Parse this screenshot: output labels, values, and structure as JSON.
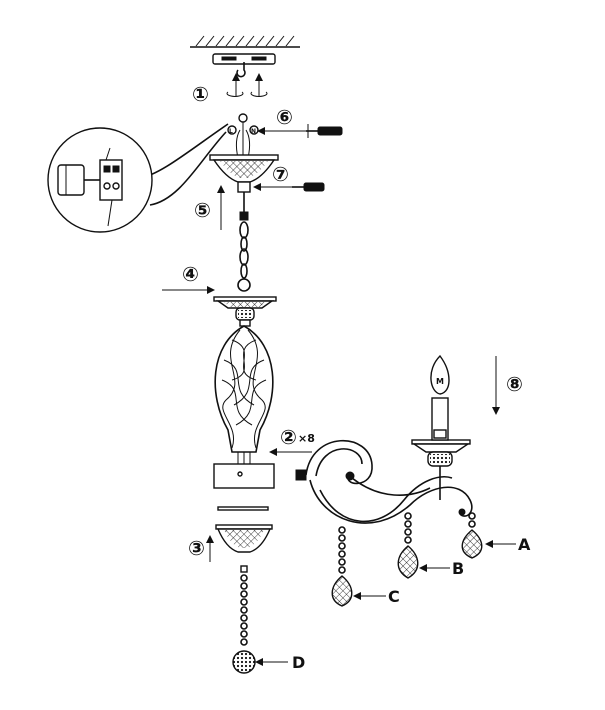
{
  "steps": [
    {
      "id": "1",
      "label": "①"
    },
    {
      "id": "2",
      "label": "②",
      "suffix": "×8"
    },
    {
      "id": "3",
      "label": "③"
    },
    {
      "id": "4",
      "label": "④"
    },
    {
      "id": "5",
      "label": "⑤"
    },
    {
      "id": "6",
      "label": "⑥"
    },
    {
      "id": "7",
      "label": "⑦"
    },
    {
      "id": "8",
      "label": "⑧"
    }
  ],
  "parts": {
    "a": "A",
    "b": "B",
    "c": "C",
    "d": "D"
  },
  "wire_markers": {
    "live": "L",
    "neutral": "N"
  },
  "bulb_mark": "M",
  "colors": {
    "ink": "#111111",
    "paper": "#ffffff"
  }
}
